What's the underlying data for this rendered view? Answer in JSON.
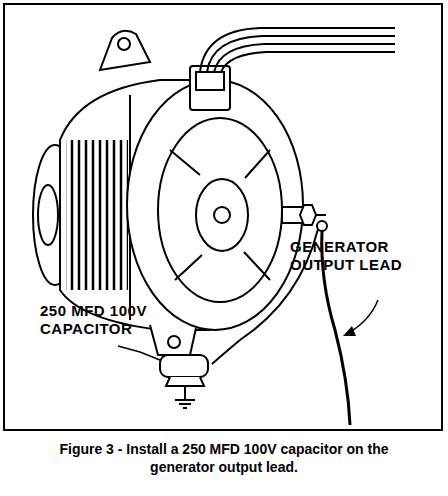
{
  "diagram": {
    "caption": "Figure 3 - Install a 250 MFD 100V capacitor on the generator output lead.",
    "labels": [
      "GENERATOR OUTPUT LEAD",
      "250 MFD 100V CAPACITOR"
    ]
  }
}
